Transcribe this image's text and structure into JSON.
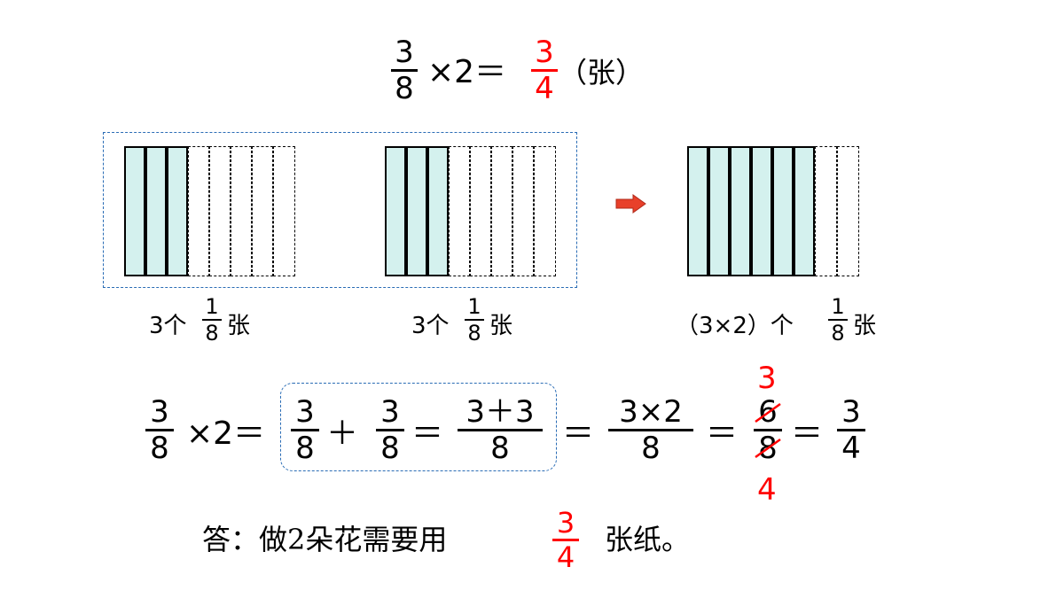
{
  "top_equation": {
    "frac1": {
      "num": "3",
      "den": "8"
    },
    "times2": "×2＝",
    "result": {
      "num": "3",
      "den": "4"
    },
    "unit": "（张）"
  },
  "diagram": {
    "paper1": {
      "filled": 3,
      "total": 8,
      "caption_pre": "3个",
      "caption_frac": {
        "num": "1",
        "den": "8"
      },
      "caption_post": "张"
    },
    "paper2": {
      "filled": 3,
      "total": 8,
      "caption_pre": "3个",
      "caption_frac": {
        "num": "1",
        "den": "8"
      },
      "caption_post": "张"
    },
    "paper3": {
      "filled": 6,
      "total": 8,
      "caption_pre": "（3×2）个",
      "caption_frac": {
        "num": "1",
        "den": "8"
      },
      "caption_post": "张"
    }
  },
  "main_equation": {
    "f1": {
      "num": "3",
      "den": "8"
    },
    "times2": "×2＝",
    "f2": {
      "num": "3",
      "den": "8"
    },
    "plus": "＋",
    "f3": {
      "num": "3",
      "den": "8"
    },
    "eq1": "＝",
    "f4": {
      "num": "3＋3",
      "den": "8"
    },
    "eq2": "＝",
    "f5": {
      "num": "3×2",
      "den": "8"
    },
    "eq3": "＝",
    "f6": {
      "num": "6",
      "den": "8"
    },
    "reduced_num": "3",
    "reduced_den": "4",
    "eq4": "＝",
    "f7": {
      "num": "3",
      "den": "4"
    }
  },
  "answer": {
    "prefix": "答：做2朵花需要用",
    "frac": {
      "num": "3",
      "den": "4"
    },
    "suffix": "张纸。"
  },
  "colors": {
    "fill": "#d4f1ee",
    "accent_red": "#ff0000",
    "group_border": "#2a6cb5",
    "arrow": "#e8402a"
  }
}
